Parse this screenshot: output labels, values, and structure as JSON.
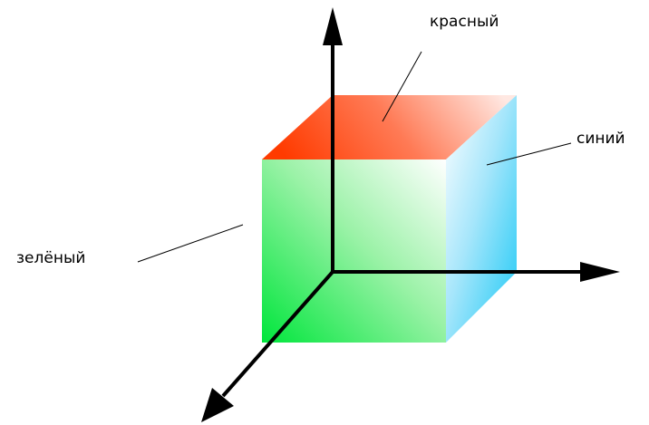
{
  "labels": {
    "red": "красный",
    "blue": "синий",
    "green": "зелёный"
  },
  "colors": {
    "red": "#ff3b00",
    "green": "#00e63c",
    "blue": "#19c8f5",
    "white": "#ffffff",
    "axis": "#000000"
  }
}
